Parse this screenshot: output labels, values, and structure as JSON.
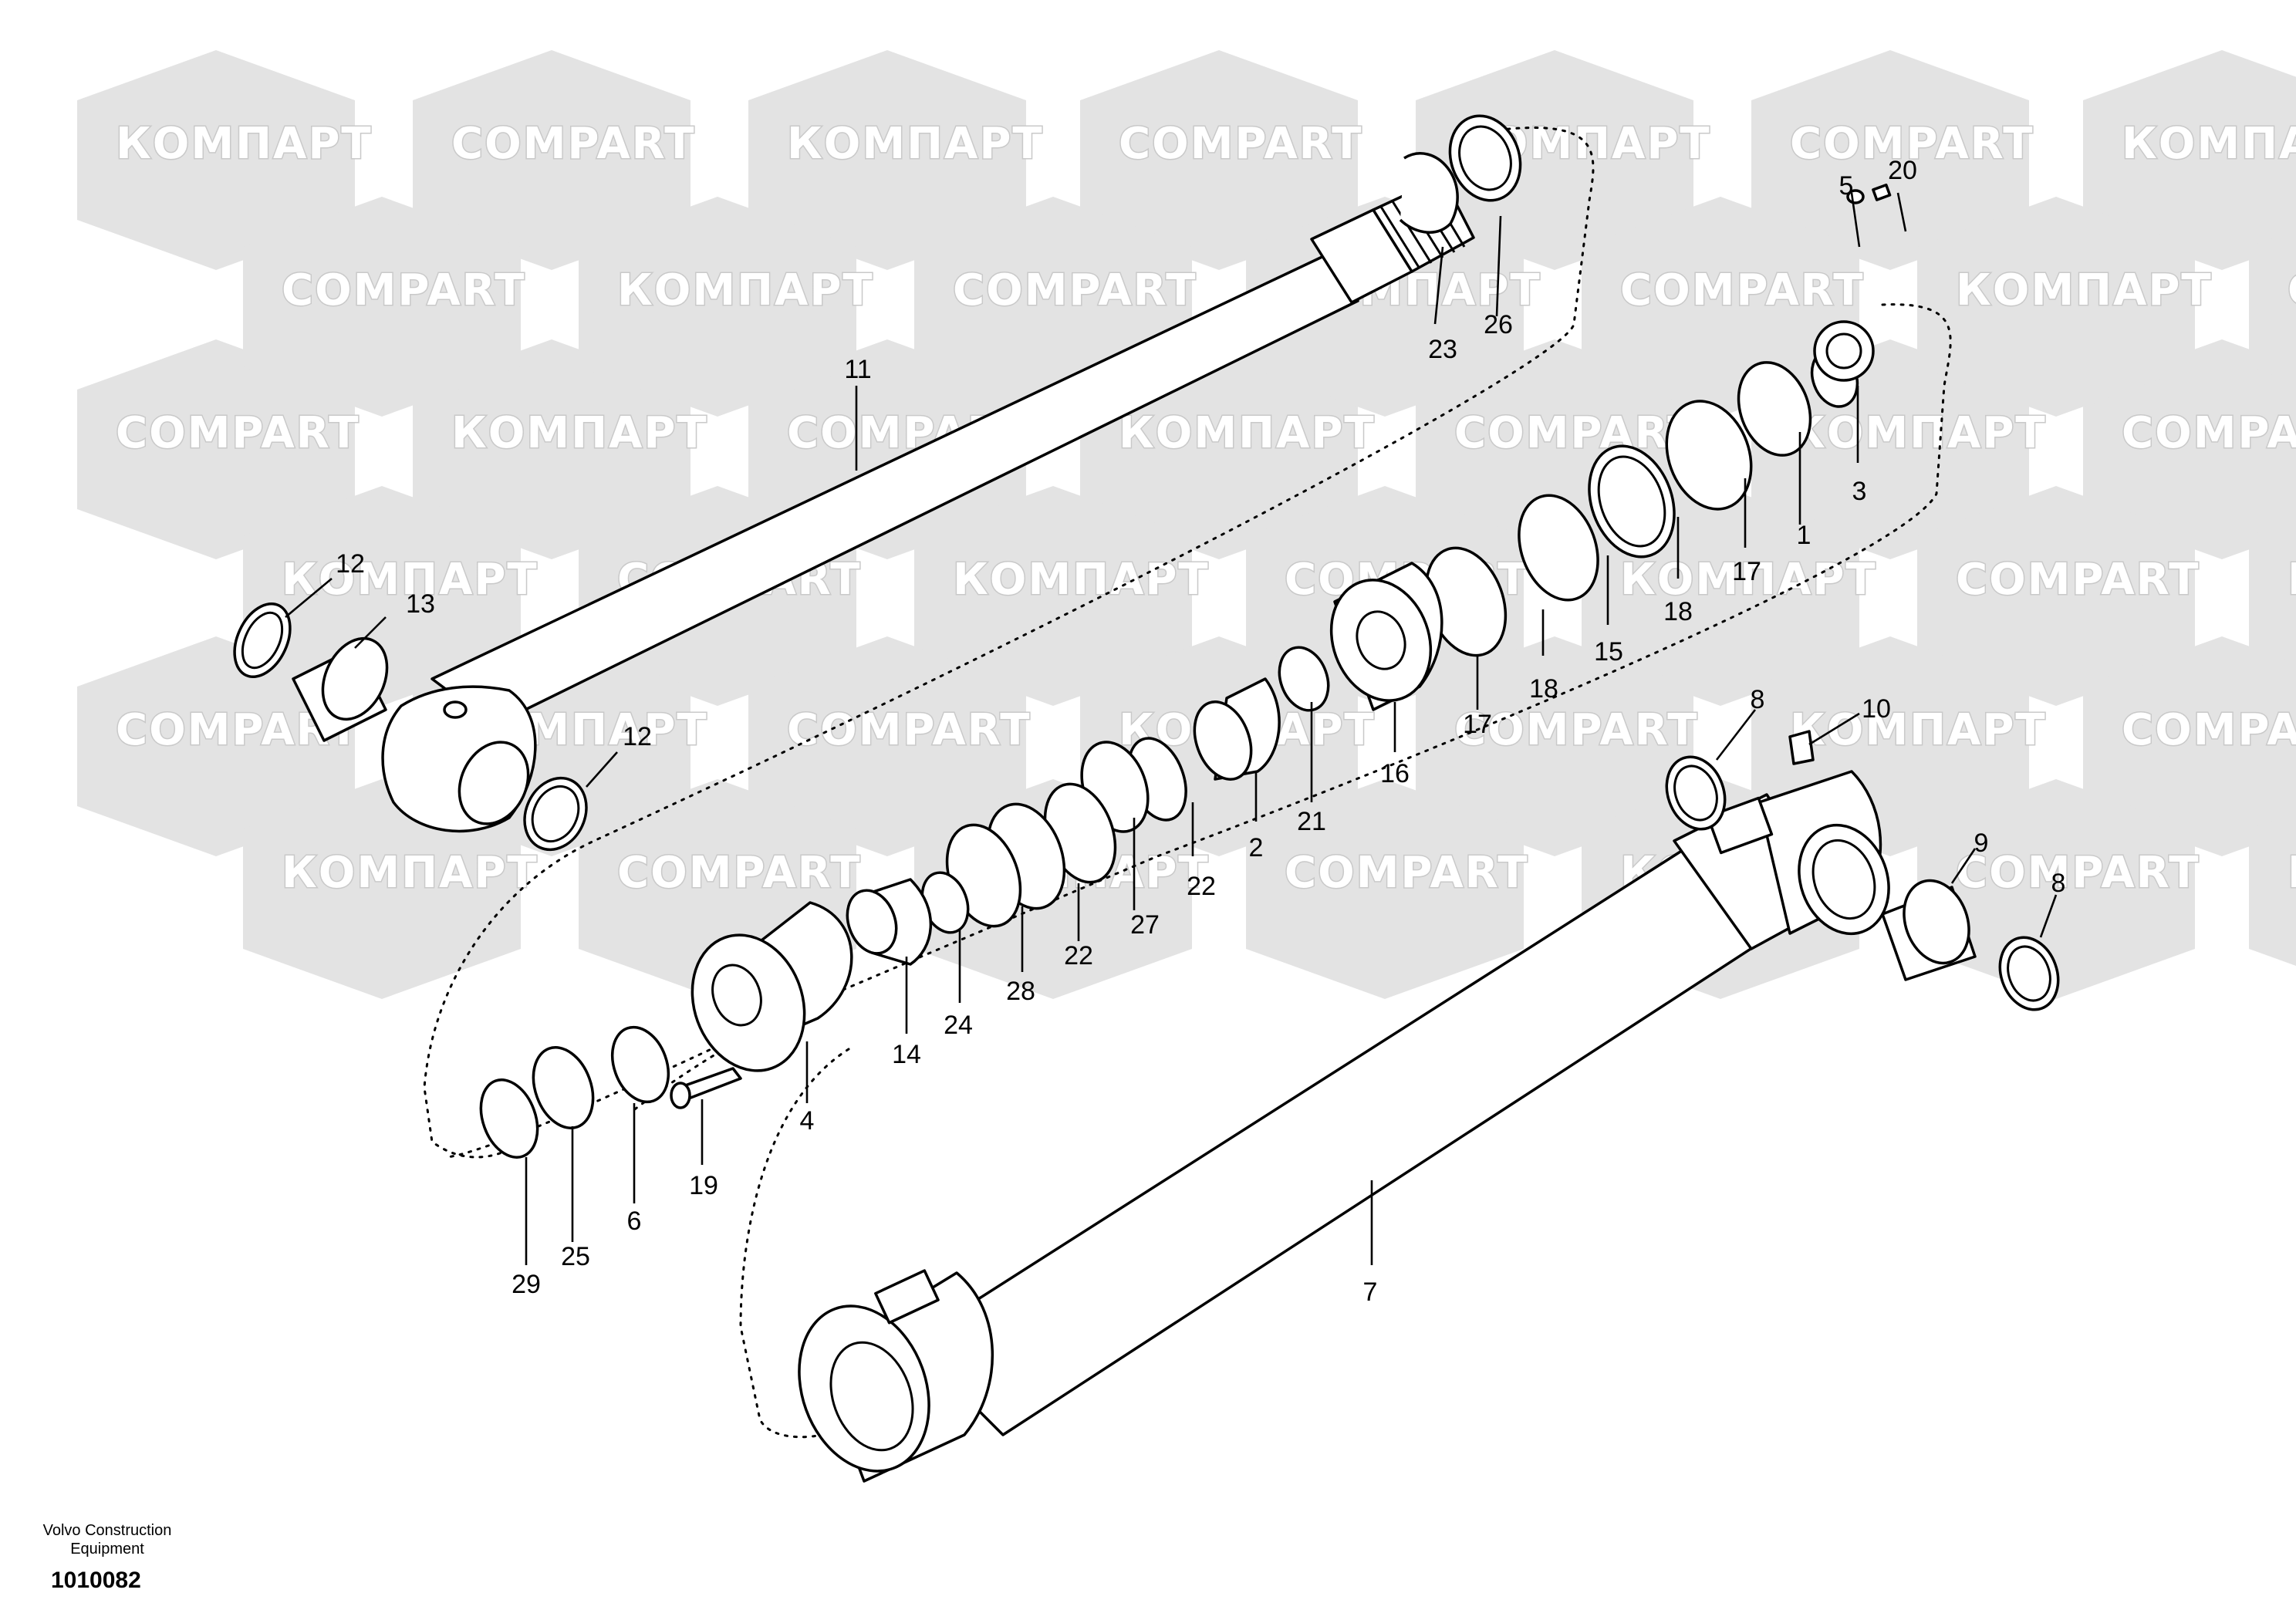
{
  "watermark": {
    "text_cyrillic": "КОМПАРТ",
    "text_latin": "COMPART",
    "icon": "compart-hex-logo"
  },
  "labels": {
    "p1": "1",
    "p2": "2",
    "p3": "3",
    "p4": "4",
    "p5": "5",
    "p6": "6",
    "p7": "7",
    "p8a": "8",
    "p8b": "8",
    "p9": "9",
    "p10": "10",
    "p11": "11",
    "p12a": "12",
    "p12b": "12",
    "p13": "13",
    "p14": "14",
    "p15": "15",
    "p16": "16",
    "p17a": "17",
    "p17b": "17",
    "p18a": "18",
    "p18b": "18",
    "p19": "19",
    "p20": "20",
    "p21": "21",
    "p22a": "22",
    "p22b": "22",
    "p23": "23",
    "p24": "24",
    "p25": "25",
    "p26": "26",
    "p27": "27",
    "p28": "28",
    "p29": "29"
  },
  "footer": {
    "company_line1": "Volvo Construction",
    "company_line2": "Equipment",
    "code": "1010082"
  }
}
